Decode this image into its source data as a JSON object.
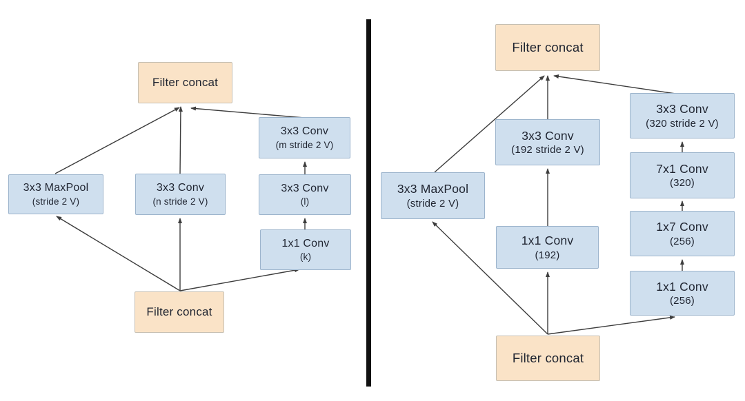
{
  "colors": {
    "background": "#ffffff",
    "node_fill_blue": "#cfdfee",
    "node_border_blue": "#9cb4cc",
    "node_fill_orange": "#fae3c7",
    "node_border_orange": "#c6bfb2",
    "arrow": "#3d3d3d",
    "divider": "#111111",
    "text": "#1f2430"
  },
  "figure": {
    "left": {
      "top_concat": {
        "label": "Filter concat"
      },
      "maxpool": {
        "line1": "3x3 MaxPool",
        "line2": "(stride 2 V)"
      },
      "conv_n": {
        "line1": "3x3 Conv",
        "line2": "(n stride 2 V)"
      },
      "conv_m": {
        "line1": "3x3 Conv",
        "line2": "(m stride 2 V)"
      },
      "conv_l": {
        "line1": "3x3 Conv",
        "line2": "(l)"
      },
      "conv_k": {
        "line1": "1x1 Conv",
        "line2": "(k)"
      },
      "bottom_concat": {
        "label": "Filter concat"
      },
      "edges": [
        {
          "from": "bottom_concat",
          "to": "maxpool"
        },
        {
          "from": "bottom_concat",
          "to": "conv_n"
        },
        {
          "from": "bottom_concat",
          "to": "conv_k"
        },
        {
          "from": "conv_k",
          "to": "conv_l"
        },
        {
          "from": "conv_l",
          "to": "conv_m"
        },
        {
          "from": "maxpool",
          "to": "top_concat"
        },
        {
          "from": "conv_n",
          "to": "top_concat"
        },
        {
          "from": "conv_m",
          "to": "top_concat"
        }
      ]
    },
    "right": {
      "top_concat": {
        "label": "Filter concat"
      },
      "maxpool": {
        "line1": "3x3 MaxPool",
        "line2": "(stride 2 V)"
      },
      "conv_3x3_192": {
        "line1": "3x3 Conv",
        "line2": "(192 stride 2 V)"
      },
      "conv_1x1_192": {
        "line1": "1x1 Conv",
        "line2": "(192)"
      },
      "conv_3x3_320": {
        "line1": "3x3 Conv",
        "line2": "(320 stride 2 V)"
      },
      "conv_7x1_320": {
        "line1": "7x1 Conv",
        "line2": "(320)"
      },
      "conv_1x7_256": {
        "line1": "1x7 Conv",
        "line2": "(256)"
      },
      "conv_1x1_256": {
        "line1": "1x1 Conv",
        "line2": "(256)"
      },
      "bottom_concat": {
        "label": "Filter concat"
      },
      "edges": [
        {
          "from": "bottom_concat",
          "to": "maxpool"
        },
        {
          "from": "bottom_concat",
          "to": "conv_1x1_192"
        },
        {
          "from": "bottom_concat",
          "to": "conv_1x1_256"
        },
        {
          "from": "conv_1x1_192",
          "to": "conv_3x3_192"
        },
        {
          "from": "conv_1x1_256",
          "to": "conv_1x7_256"
        },
        {
          "from": "conv_1x7_256",
          "to": "conv_7x1_320"
        },
        {
          "from": "conv_7x1_320",
          "to": "conv_3x3_320"
        },
        {
          "from": "maxpool",
          "to": "top_concat"
        },
        {
          "from": "conv_3x3_192",
          "to": "top_concat"
        },
        {
          "from": "conv_3x3_320",
          "to": "top_concat"
        }
      ]
    }
  }
}
